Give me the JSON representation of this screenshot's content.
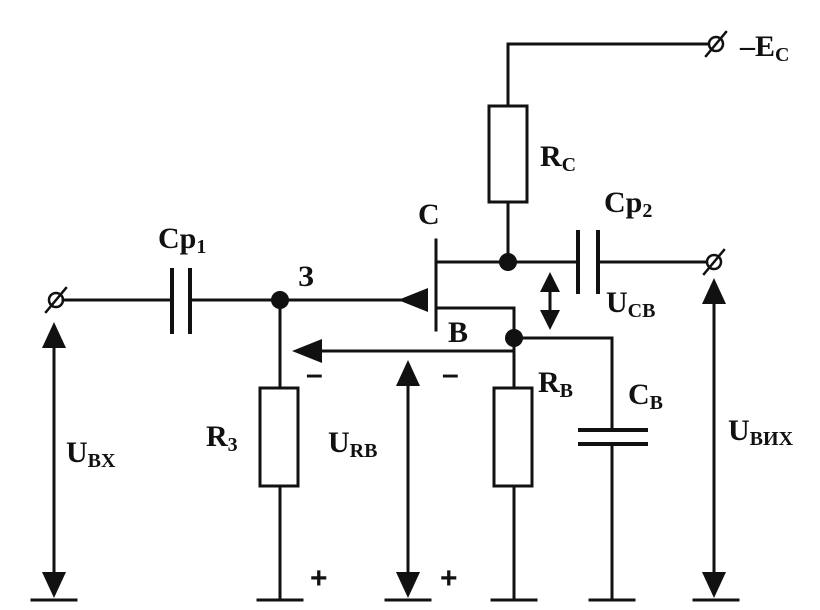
{
  "labels": {
    "supply": {
      "main": "–E",
      "sub": "C"
    },
    "rc": {
      "main": "R",
      "sub": "C"
    },
    "cp2": {
      "main": "Cp",
      "sub": "2"
    },
    "cp1": {
      "main": "Cp",
      "sub": "1"
    },
    "gate_node": "З",
    "drain": "C",
    "source_node": "B",
    "ucb": {
      "main": "U",
      "sub": "CB"
    },
    "uin": {
      "main": "U",
      "sub": "BX"
    },
    "rz": {
      "main": "R",
      "sub": "3"
    },
    "urb": {
      "main": "U",
      "sub": "RB"
    },
    "rb": {
      "main": "R",
      "sub": "B"
    },
    "cb": {
      "main": "C",
      "sub": "B"
    },
    "uout": {
      "main": "U",
      "sub": "BИX"
    },
    "minus_left": "–",
    "minus_right": "–",
    "plus_left": "+",
    "plus_right": "+"
  }
}
